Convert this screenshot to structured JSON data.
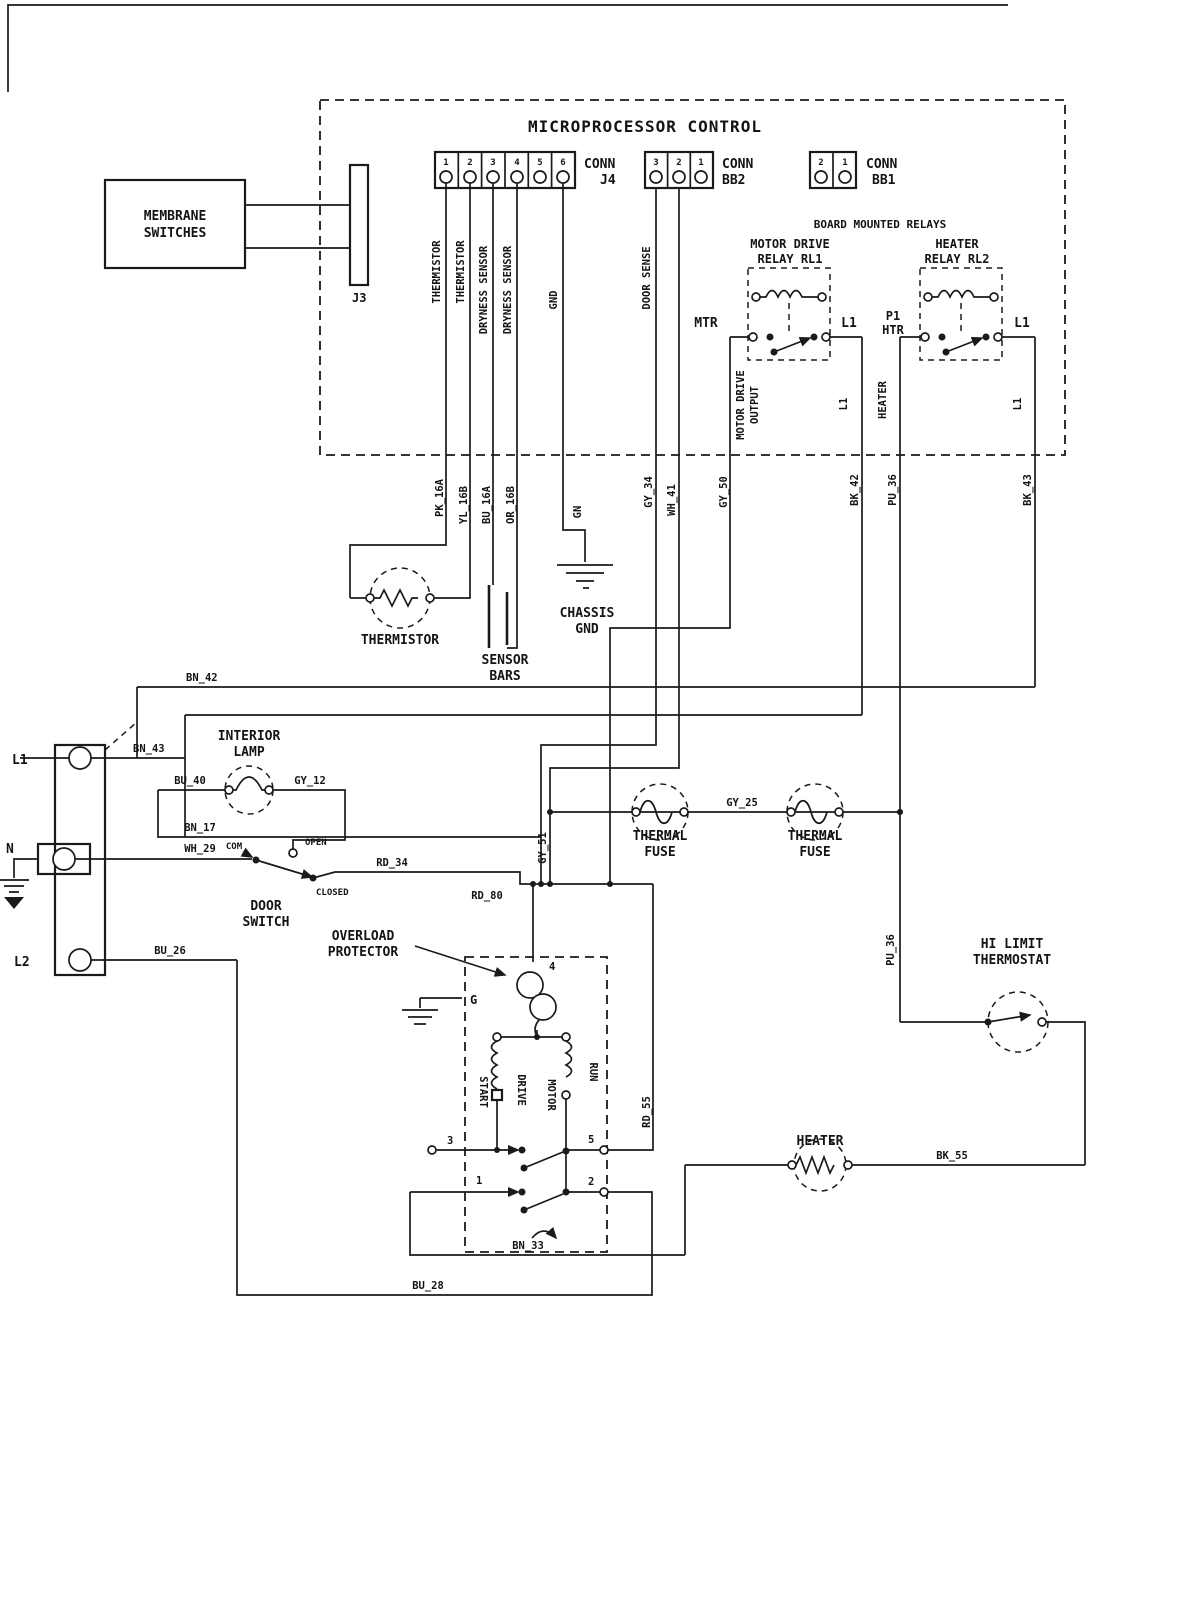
{
  "title": "MICROPROCESSOR CONTROL",
  "connectors": {
    "j4": {
      "name1": "CONN",
      "name2": "J4",
      "pins": [
        "1",
        "2",
        "3",
        "4",
        "5",
        "6"
      ]
    },
    "bb2": {
      "name1": "CONN",
      "name2": "BB2",
      "pins": [
        "3",
        "2",
        "1"
      ]
    },
    "bb1": {
      "name1": "CONN",
      "name2": "BB1",
      "pins": [
        "2",
        "1"
      ]
    }
  },
  "membrane": {
    "line1": "MEMBRANE",
    "line2": "SWITCHES",
    "connector": "J3"
  },
  "relays": {
    "banner": "BOARD MOUNTED RELAYS",
    "rl1": {
      "name1": "MOTOR DRIVE",
      "name2": "RELAY RL1",
      "left": "MTR",
      "right": "L1"
    },
    "rl2": {
      "name1": "HEATER",
      "name2": "RELAY RL2",
      "left1": "P1",
      "left2": "HTR",
      "right": "L1"
    }
  },
  "signals": {
    "thermistor": "THERMISTOR",
    "dryness": "DRYNESS SENSOR",
    "gnd": "GND",
    "door_sense": "DOOR SENSE",
    "motor_drive1": "MOTOR DRIVE",
    "motor_drive2": "OUTPUT",
    "heater": "HEATER",
    "l1": "L1"
  },
  "wires": {
    "pk16a": "PK_16A",
    "yl16b": "YL_16B",
    "bu16a": "BU_16A",
    "or16b": "OR_16B",
    "gn": "GN",
    "gy34": "GY_34",
    "wh41": "WH_41",
    "gy50": "GY_50",
    "bk42": "BK_42",
    "pu36": "PU_36",
    "bk43": "BK_43",
    "bn42": "BN_42",
    "bn43": "BN_43",
    "bn17": "BN_17",
    "bu40": "BU_40",
    "gy12": "GY_12",
    "wh29": "WH_29",
    "rd34": "RD_34",
    "rd80": "RD_80",
    "gy51": "GY_51",
    "gy25": "GY_25",
    "bu26": "BU_26",
    "rd55": "RD_55",
    "bk55": "BK_55",
    "bn33": "BN_33",
    "bu28": "BU_28"
  },
  "components": {
    "thermistor": "THERMISTOR",
    "sensor1": "SENSOR",
    "sensor2": "BARS",
    "chassis1": "CHASSIS",
    "chassis2": "GND",
    "lamp1": "INTERIOR",
    "lamp2": "LAMP",
    "door1": "DOOR",
    "door2": "SWITCH",
    "com": "COM",
    "open": "OPEN",
    "closed": "CLOSED",
    "fuse_a": "THERMAL",
    "fuse_b": "FUSE",
    "overload1": "OVERLOAD",
    "overload2": "PROTECTOR",
    "g": "G",
    "hilimit1": "HI LIMIT",
    "hilimit2": "THERMOSTAT",
    "heater": "HEATER"
  },
  "motor": {
    "start": "START",
    "drive": "DRIVE",
    "motor": "MOTOR",
    "run": "RUN",
    "pin4": "4",
    "pin5": "5",
    "pin3": "3",
    "pin1": "1",
    "pin2": "2"
  },
  "terminals": {
    "l1": "L1",
    "n": "N",
    "l2": "L2"
  }
}
